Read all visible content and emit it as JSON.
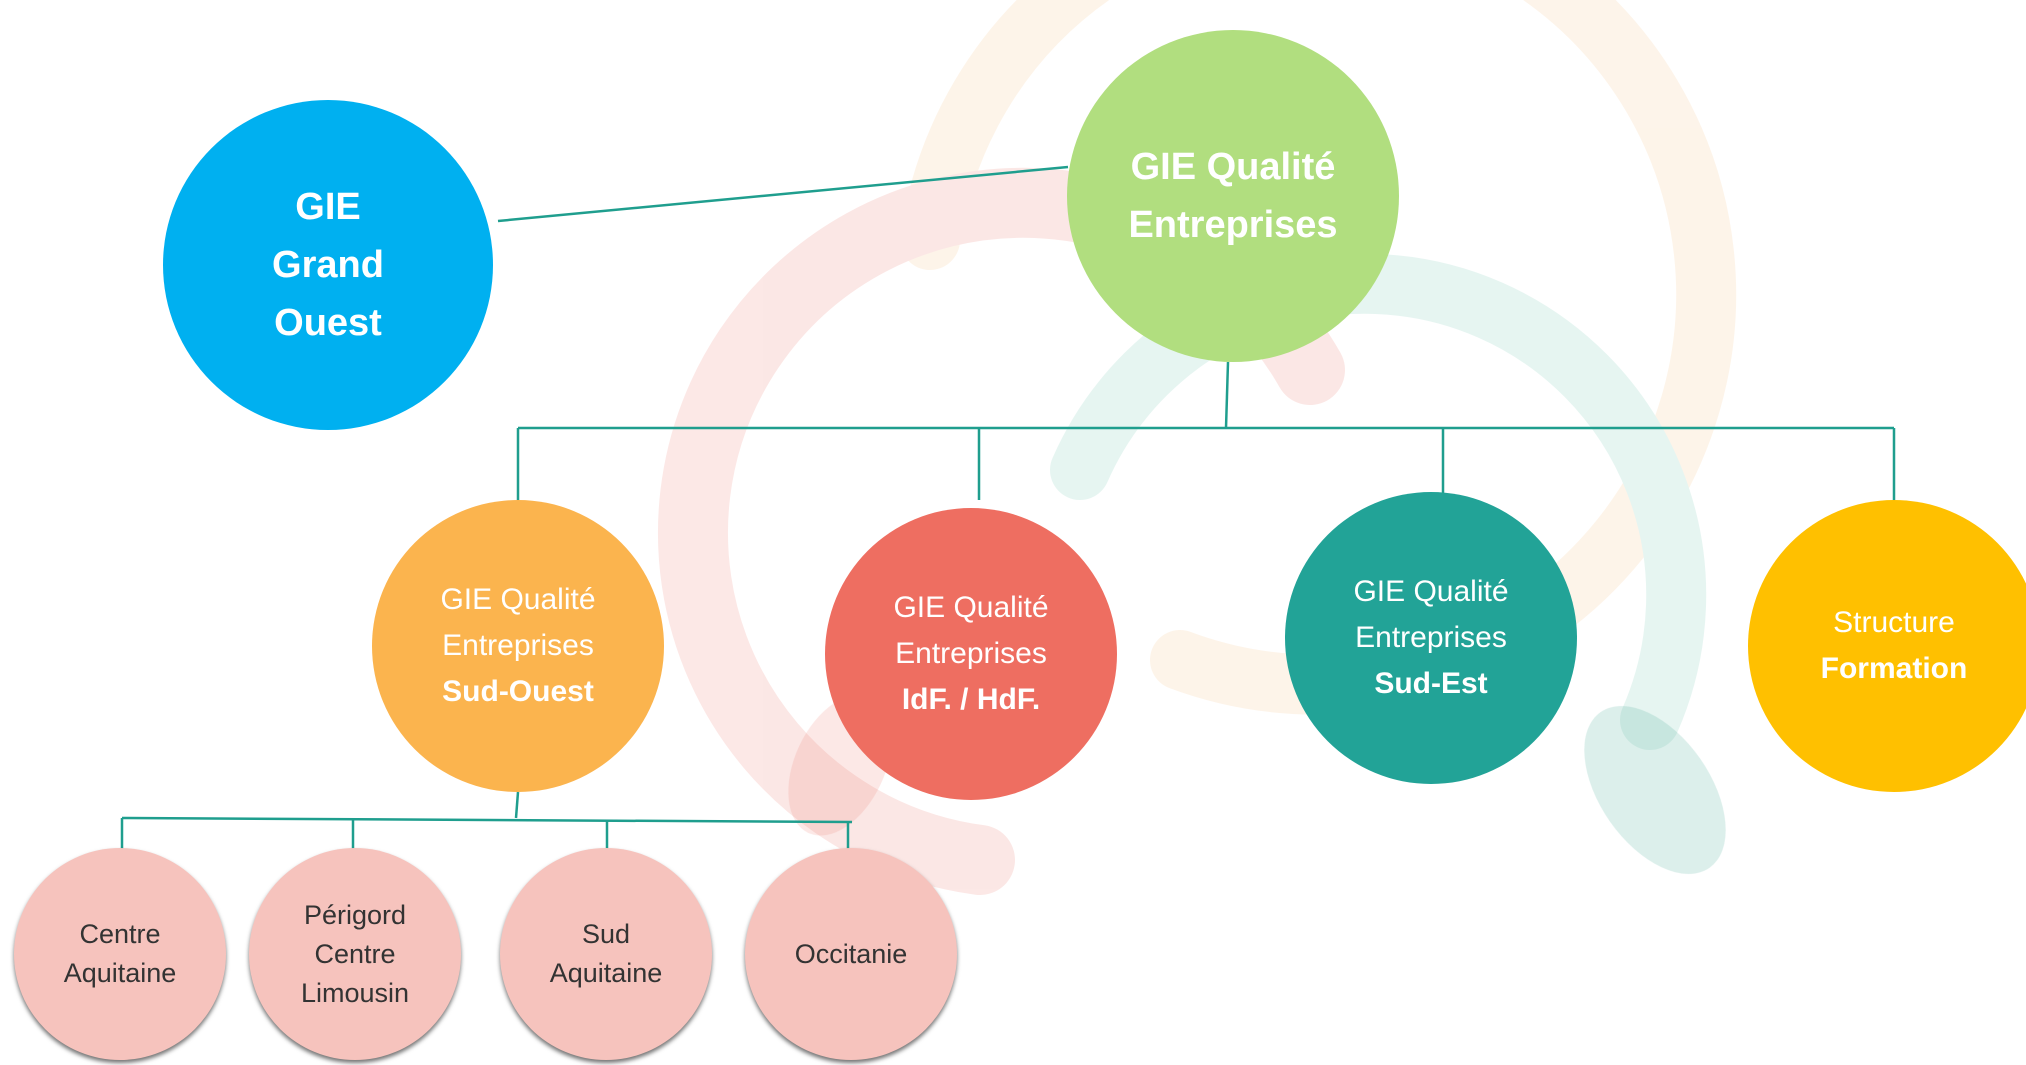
{
  "diagram": {
    "colors": {
      "connector": "#1f9e8e",
      "grand_ouest": "#00b0f0",
      "qualite_entreprises": "#b1de7f",
      "sud_ouest": "#fbb44e",
      "idf_hdf": "#ee6e61",
      "sud_est": "#22a397",
      "formation": "#ffc000",
      "leaf": "#f6c3bd"
    },
    "nodes": {
      "grand_ouest": {
        "line1": "GIE",
        "line2": "Grand",
        "line3": "Ouest"
      },
      "qualite_entreprises": {
        "line1": "GIE Qualité",
        "line2": "Entreprises"
      },
      "sud_ouest": {
        "line1": "GIE Qualité",
        "line2": "Entreprises",
        "line3": "Sud-Ouest"
      },
      "idf_hdf": {
        "line1": "GIE Qualité",
        "line2": "Entreprises",
        "line3": "IdF. / HdF."
      },
      "sud_est": {
        "line1": "GIE Qualité",
        "line2": "Entreprises",
        "line3": "Sud-Est"
      },
      "formation": {
        "line1": "Structure",
        "line2": "Formation"
      }
    },
    "leaves": {
      "centre_aquitaine": {
        "line1": "Centre",
        "line2": "Aquitaine"
      },
      "perigord": {
        "line1": "Périgord",
        "line2": "Centre",
        "line3": "Limousin"
      },
      "sud_aquitaine": {
        "line1": "Sud",
        "line2": "Aquitaine"
      },
      "occitanie": {
        "line1": "Occitanie"
      }
    }
  }
}
